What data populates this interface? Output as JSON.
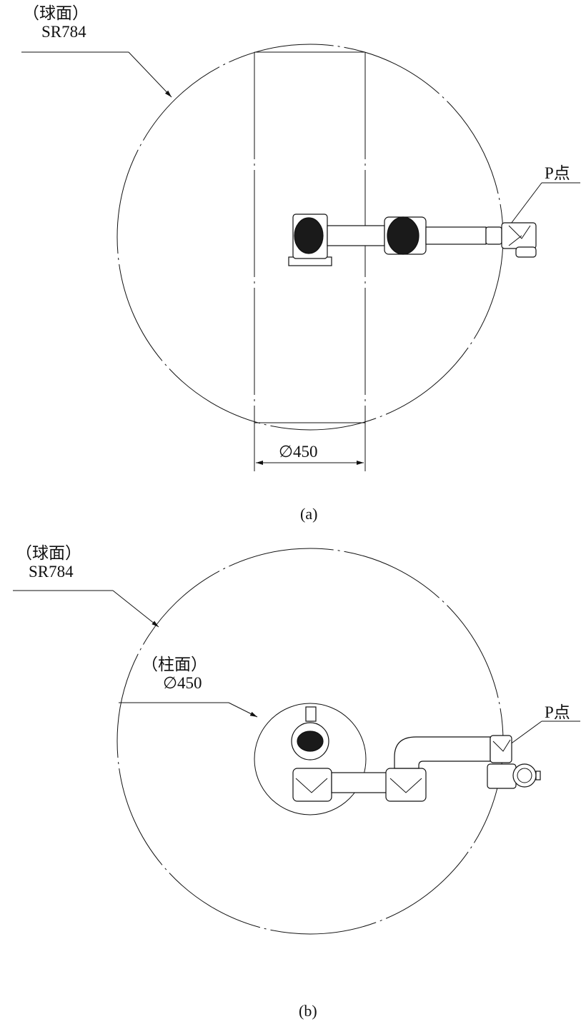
{
  "figure_a": {
    "sphere_label_line1": "（球面）",
    "sphere_label_line2": "SR784",
    "point_label": "P点",
    "diameter_label": "∅450",
    "caption": "(a)"
  },
  "figure_b": {
    "sphere_label_line1": "（球面）",
    "sphere_label_line2": "SR784",
    "cylinder_label_line1": "（柱面）",
    "cylinder_label_line2": "∅450",
    "point_label": "P点",
    "caption": "(b)"
  }
}
